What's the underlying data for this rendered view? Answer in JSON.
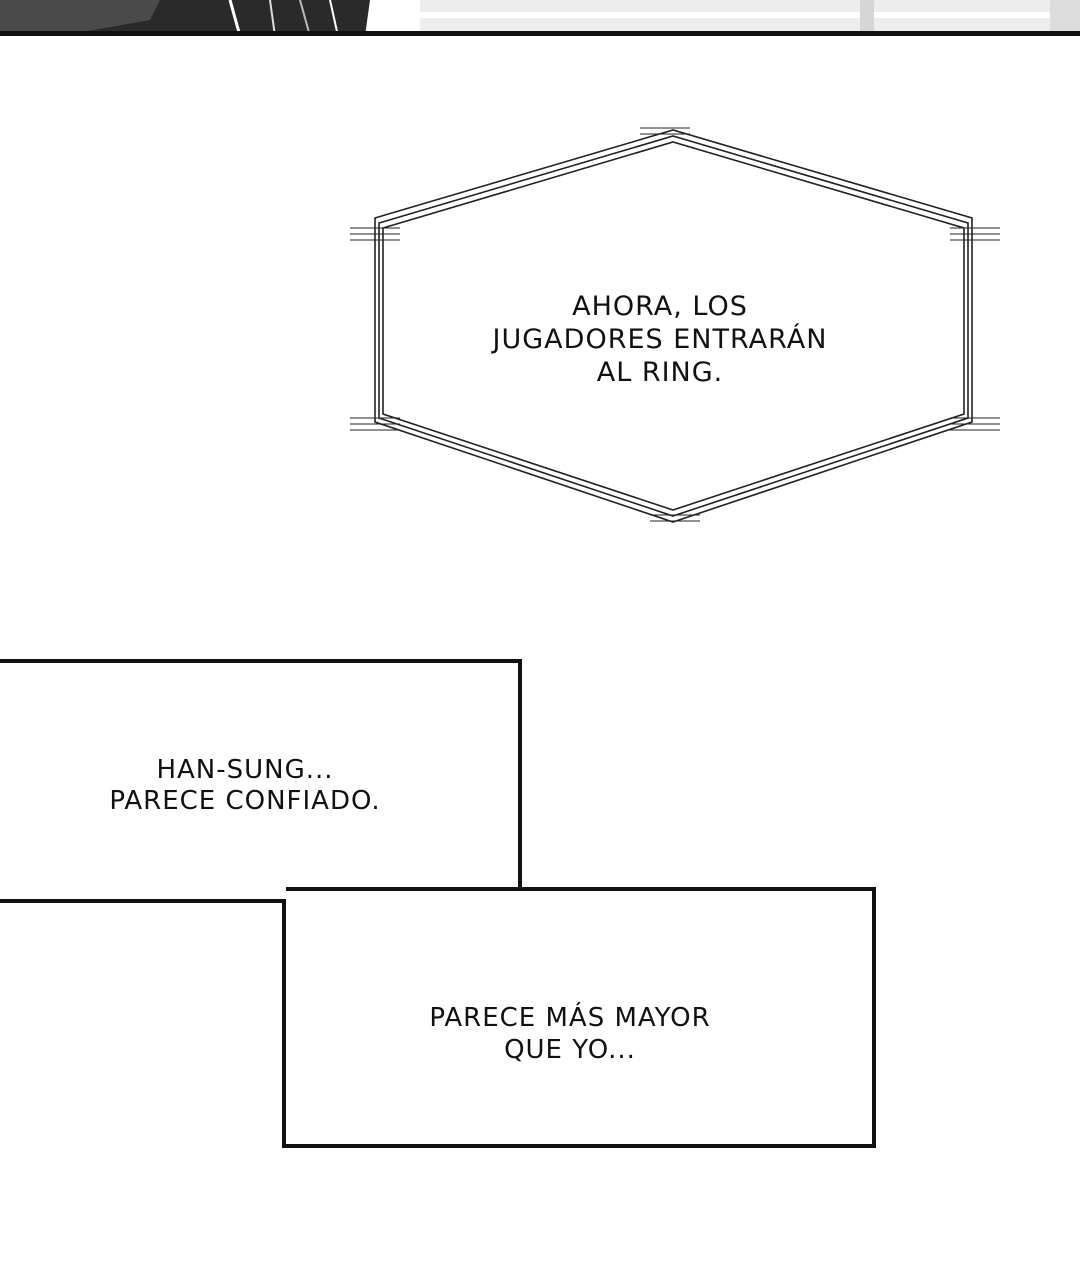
{
  "colors": {
    "ink": "#111111",
    "paper": "#ffffff",
    "panel_gray": "#e8e8e8"
  },
  "caption_hexagon": {
    "lines": [
      "AHORA, LOS",
      "JUGADORES ENTRARÁN",
      "AL RING."
    ]
  },
  "caption_box_1": {
    "lines": [
      "HAN-SUNG...",
      "PARECE CONFIADO."
    ]
  },
  "caption_box_2": {
    "lines": [
      "PARECE MÁS MAYOR",
      "QUE YO..."
    ]
  }
}
